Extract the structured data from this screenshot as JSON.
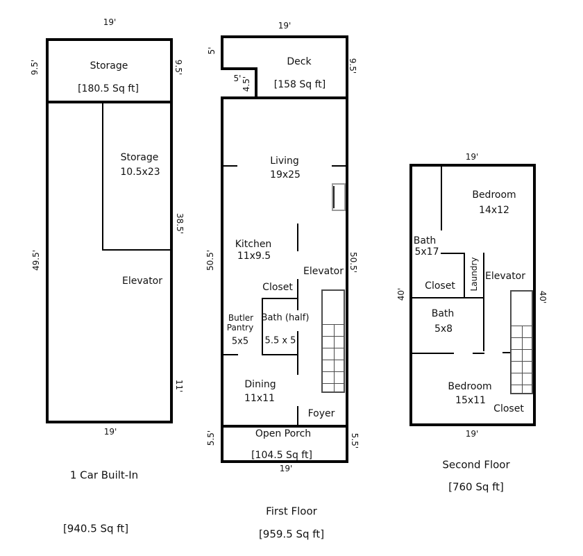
{
  "garage": {
    "dim_top": "19'",
    "dim_left_upper": "9.5'",
    "dim_right_upper": "9.5'",
    "dim_left": "49.5'",
    "dim_right_mid": "38.5'",
    "dim_right_lower": "11'",
    "dim_bottom": "19'",
    "storage_label": "Storage",
    "storage_sqft": "[180.5 Sq ft]",
    "inner_storage_label": "Storage",
    "inner_storage_dim": "10.5x23",
    "elevator_label": "Elevator",
    "title": "1 Car Built-In",
    "sqft": "[940.5 Sq ft]"
  },
  "first_floor": {
    "dim_top": "19'",
    "deck_dim_left": "5'",
    "deck_notch_width": "5'",
    "deck_notch_height": "4.5'",
    "deck_dim_right": "9.5'",
    "deck_label": "Deck",
    "deck_sqft": "[158 Sq ft]",
    "living_label": "Living",
    "living_dim": "19x25",
    "dim_left": "50.5'",
    "dim_right": "50.5'",
    "kitchen_label": "Kitchen",
    "kitchen_dim": "11x9.5",
    "elevator_label": "Elevator",
    "closet_label": "Closet",
    "butler_line1": "Butler",
    "butler_line2": "Pantry",
    "butler_dim": "5x5",
    "bath_label": "Bath (half)",
    "bath_dim": "5.5 x 5",
    "dining_label": "Dining",
    "dining_dim": "11x11",
    "foyer_label": "Foyer",
    "porch_label": "Open Porch",
    "porch_sqft": "[104.5 Sq ft]",
    "porch_dim_left": "5.5'",
    "porch_dim_right": "5.5'",
    "dim_bottom": "19'",
    "title": "First Floor",
    "sqft": "[959.5 Sq ft]"
  },
  "second_floor": {
    "dim_top": "19'",
    "dim_left": "40'",
    "dim_right": "40'",
    "bedroom1_label": "Bedroom",
    "bedroom1_dim": "14x12",
    "bath1_label": "Bath",
    "bath1_dim": "5x17",
    "laundry_label": "Laundry",
    "elevator_label": "Elevator",
    "closet1_label": "Closet",
    "bath2_label": "Bath",
    "bath2_dim": "5x8",
    "bedroom2_label": "Bedroom",
    "bedroom2_dim": "15x11",
    "closet2_label": "Closet",
    "dim_bottom": "19'",
    "title": "Second Floor",
    "sqft": "[760 Sq ft]"
  }
}
